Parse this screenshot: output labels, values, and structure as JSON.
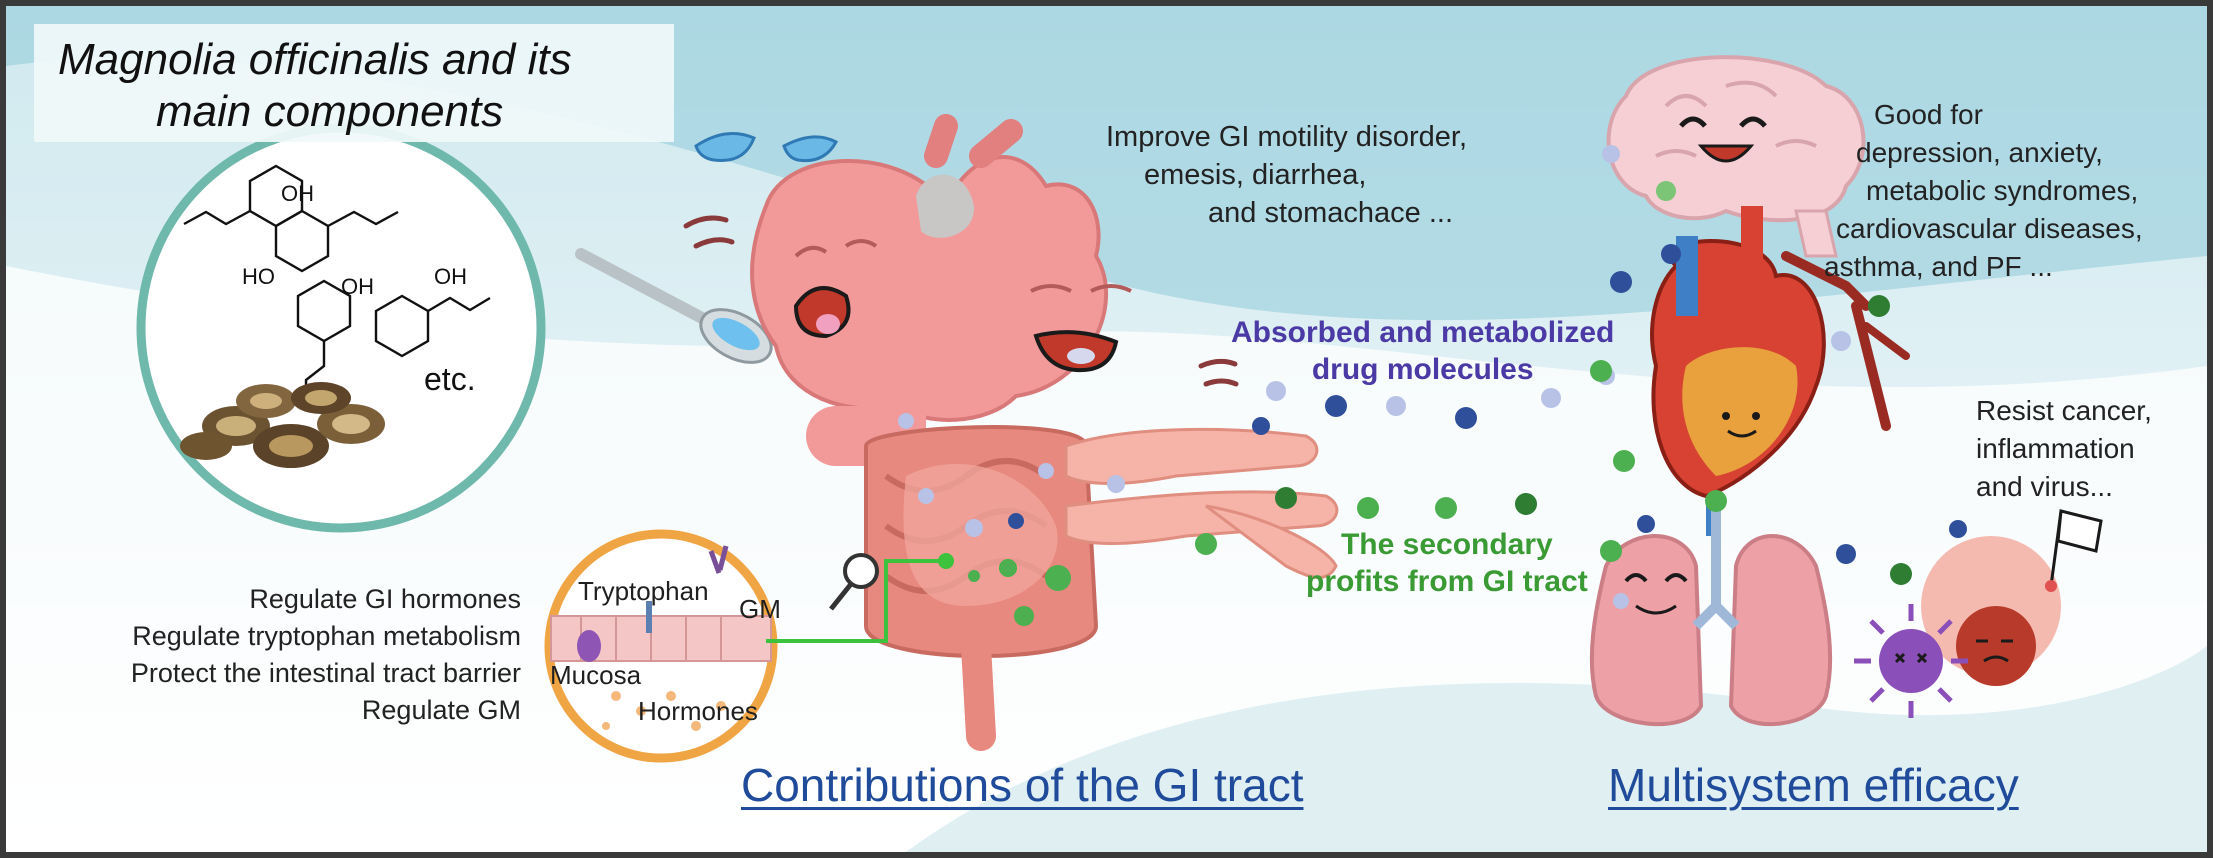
{
  "title": {
    "line1": "Magnolia officinalis and its",
    "line2": "main components"
  },
  "chem": {
    "oh1": "OH",
    "ho": "HO",
    "oh2": "OH",
    "oh3": "OH",
    "etc": "etc."
  },
  "gi_benefits": {
    "line1": "Improve GI motility disorder,",
    "line2": "emesis, diarrhea,",
    "line3": "and stomachace ..."
  },
  "good_for": {
    "line1": "Good for",
    "line2": "depression, anxiety,",
    "line3": "metabolic syndromes,",
    "line4": "cardiovascular diseases,",
    "line5": "asthma, and PF ..."
  },
  "absorbed": {
    "line1": "Absorbed and metabolized",
    "line2": "drug molecules"
  },
  "secondary": {
    "line1": "The secondary",
    "line2": "profits from GI tract"
  },
  "resist": {
    "line1": "Resist cancer,",
    "line2": "inflammation",
    "line3": "and virus..."
  },
  "regulate": {
    "line1": "Regulate GI hormones",
    "line2": "Regulate tryptophan metabolism",
    "line3": "Protect the intestinal tract barrier",
    "line4": "Regulate GM"
  },
  "circle_labels": {
    "tryptophan": "Tryptophan",
    "gm": "GM",
    "mucosa": "Mucosa",
    "hormones": "Hormones"
  },
  "headings": {
    "gi_tract": "Contributions of the GI tract",
    "multisystem": "Multisystem efficacy"
  },
  "colors": {
    "absorbed_text": "#4b3aa5",
    "secondary_text": "#3a9a34",
    "heading_text": "#1f4b9a",
    "teal_circle": "#6fb8ac",
    "orange_circle": "#f0a544",
    "stomach": "#f29a9a",
    "molecule_blue": "#2f4f9a",
    "molecule_green": "#4caf50"
  }
}
